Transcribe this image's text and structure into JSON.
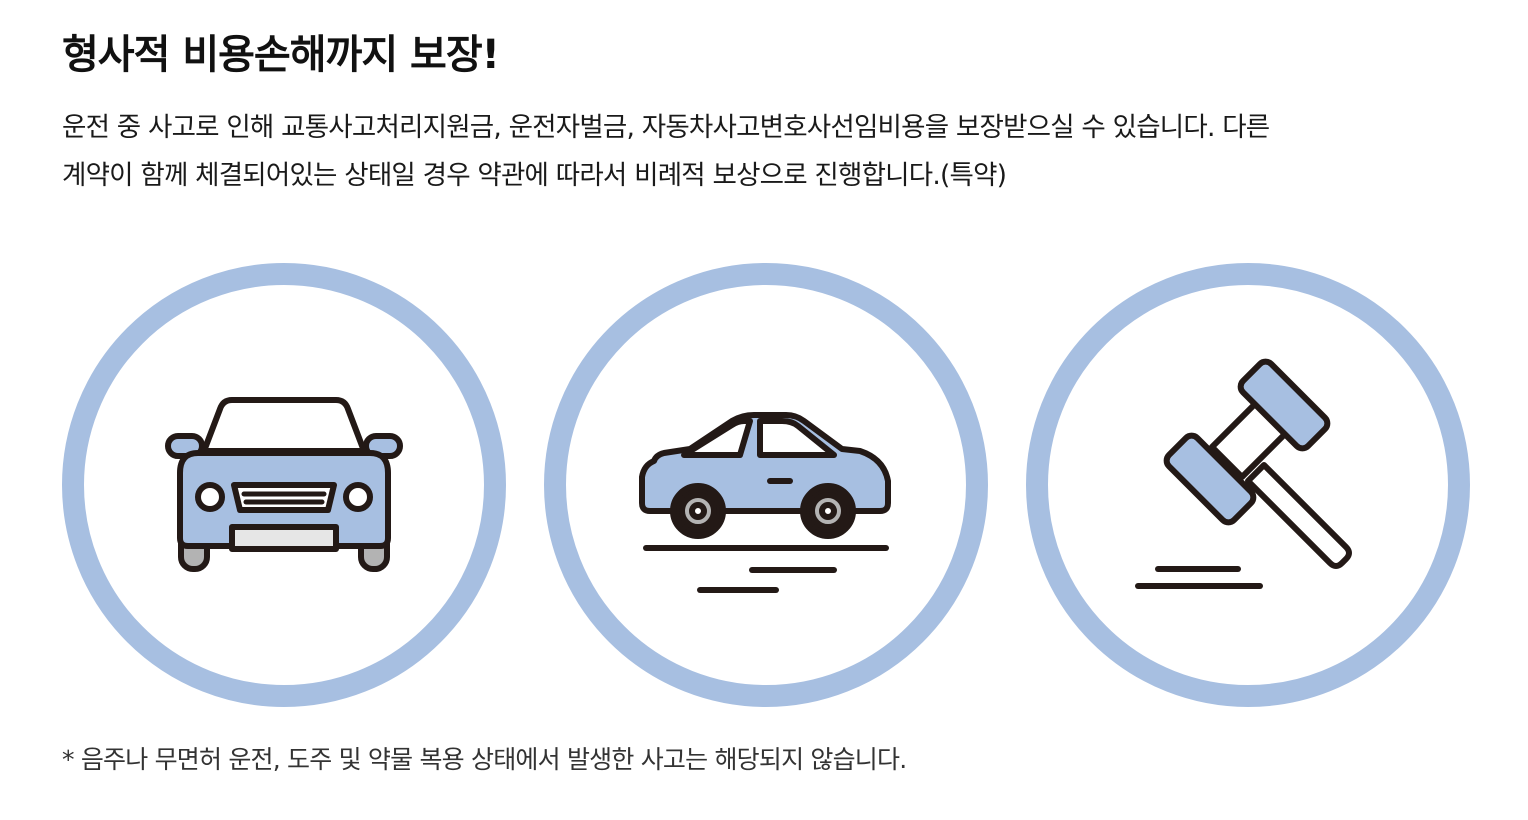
{
  "heading": {
    "title": "형사적 비용손해까지 보장!"
  },
  "description": {
    "line1": "운전 중 사고로 인해 교통사고처리지원금, 운전자벌금, 자동차사고변호사선임비용을 보장받으실 수 있습니다. 다른",
    "line2": "계약이 함께 체결되어있는 상태일 경우 약관에 따라서 비례적 보상으로 진행합니다.(특약)"
  },
  "icons": [
    {
      "name": "car-front-icon"
    },
    {
      "name": "car-side-icon"
    },
    {
      "name": "gavel-icon"
    }
  ],
  "colors": {
    "accent": "#a7bfe1",
    "outline": "#231916",
    "text": "#111111",
    "footnote": "#333333"
  },
  "footnote": {
    "text": "* 음주나 무면허 운전, 도주 및 약물 복용 상태에서 발생한 사고는 해당되지 않습니다."
  }
}
